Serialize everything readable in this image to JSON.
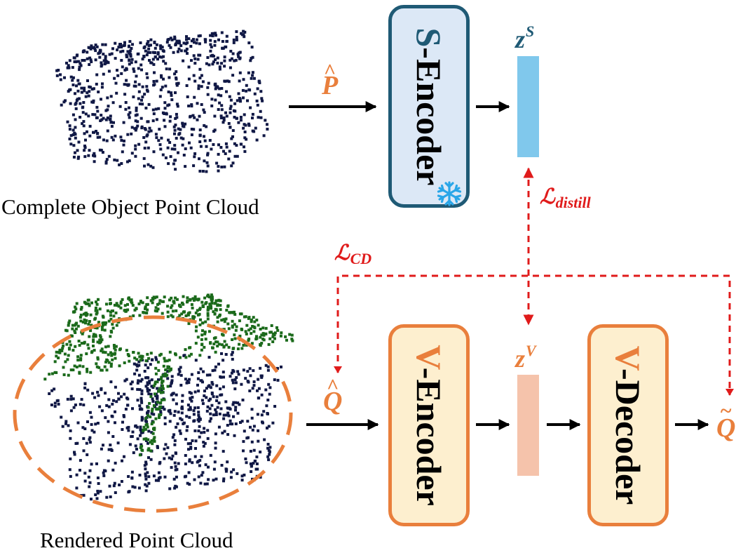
{
  "captions": {
    "complete": "Complete Object Point Cloud",
    "rendered": "Rendered Point Cloud"
  },
  "encoders": {
    "s_prefix": "S",
    "s_suffix": "-Encoder",
    "v_prefix": "V",
    "v_suffix": "-Encoder",
    "d_prefix": "V",
    "d_suffix": "-Decoder"
  },
  "latents": {
    "s_base": "z",
    "s_sup": "S",
    "v_base": "z",
    "v_sup": "V"
  },
  "inputs": {
    "p_letter": "P",
    "p_mark": "^",
    "q_letter": "Q",
    "q_mark": "^",
    "qt_letter": "Q",
    "qt_mark": "~"
  },
  "losses": {
    "distill_symbol": "ℒ",
    "distill_sub": "distill",
    "cd_symbol": "ℒ",
    "cd_sub": "CD"
  },
  "icons": {
    "frozen": "snowflake-icon"
  },
  "colors": {
    "s_encoder_fill": "#dce8f6",
    "s_encoder_border": "#1f5a75",
    "v_box_fill": "#fdefcf",
    "v_box_border": "#e97f3c",
    "s_latent_fill": "#80c8ec",
    "v_latent_fill": "#f5c3ab",
    "orange_text": "#e97f3c",
    "teal_text": "#1f5a75",
    "loss_red": "#e01b1b",
    "navy_points": "#101845",
    "green_points": "#1b6a1b",
    "snowflake": "#29a6e8",
    "arrow": "#000000"
  }
}
